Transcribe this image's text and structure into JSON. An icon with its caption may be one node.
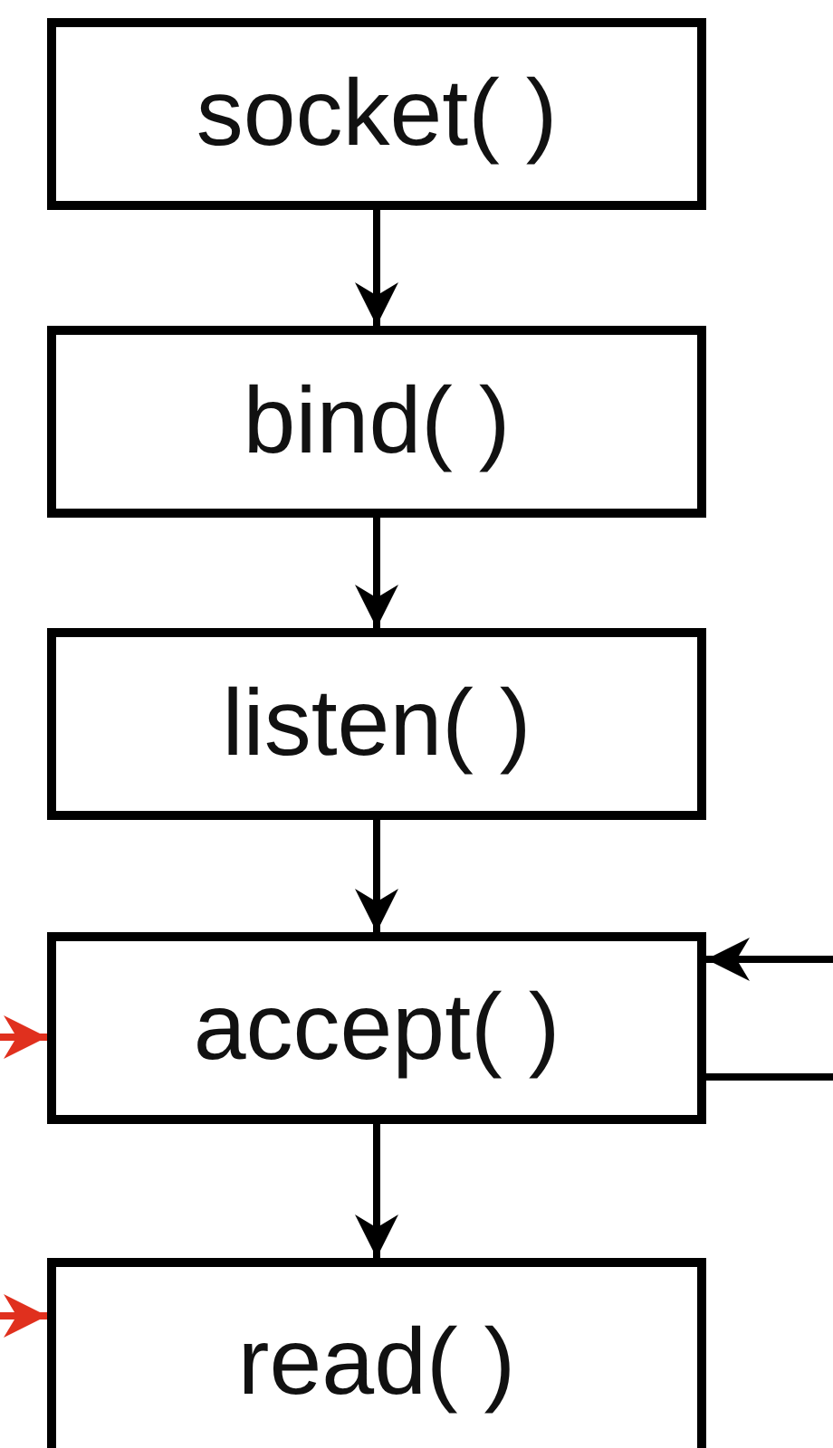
{
  "diagram": {
    "nodes": [
      {
        "text": [
          "socket( )"
        ]
      },
      {
        "text": [
          "bind( )"
        ]
      },
      {
        "text": [
          "listen( )"
        ]
      },
      {
        "text": [
          "accept( )"
        ]
      },
      {
        "text": [
          "read( )"
        ]
      }
    ],
    "edges": [
      {
        "from": 0,
        "to": 1,
        "arrow": "to"
      },
      {
        "from": 1,
        "to": 2,
        "arrow": "to"
      },
      {
        "from": 2,
        "to": 3,
        "arrow": "to"
      },
      {
        "from": 3,
        "to": 4,
        "arrow": "to"
      },
      {
        "from": null,
        "to": 3,
        "arrow": "to"
      },
      {
        "from": 3,
        "to": null,
        "arrow": "none"
      },
      {
        "from": null,
        "to": 3,
        "arrow": "to",
        "color": "#e0301e"
      },
      {
        "from": null,
        "to": 4,
        "arrow": "to",
        "color": "#e0301e"
      }
    ]
  }
}
